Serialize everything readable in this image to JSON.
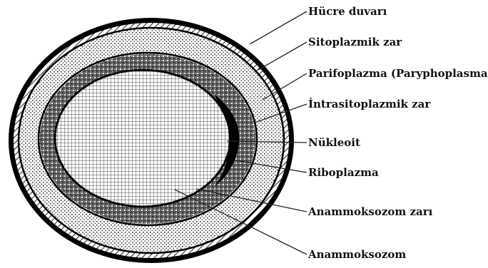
{
  "diagram": {
    "labels": [
      {
        "key": "cell_wall",
        "text": "Hücre duvarı"
      },
      {
        "key": "cytoplasmic_membrane",
        "text": "Sitoplazmik zar"
      },
      {
        "key": "paryphoplasm",
        "text": "Parifoplazma (Paryphoplasma)"
      },
      {
        "key": "intracytoplasmic_membrane",
        "text": "İntrasitoplazmik zar"
      },
      {
        "key": "nucleoid",
        "text": "Nükleoit"
      },
      {
        "key": "riboplasm",
        "text": "Riboplazma"
      },
      {
        "key": "anammoxosome_membrane",
        "text": "Anammoksozom zarı"
      },
      {
        "key": "anammoxosome",
        "text": "Anammoksozom"
      }
    ]
  }
}
